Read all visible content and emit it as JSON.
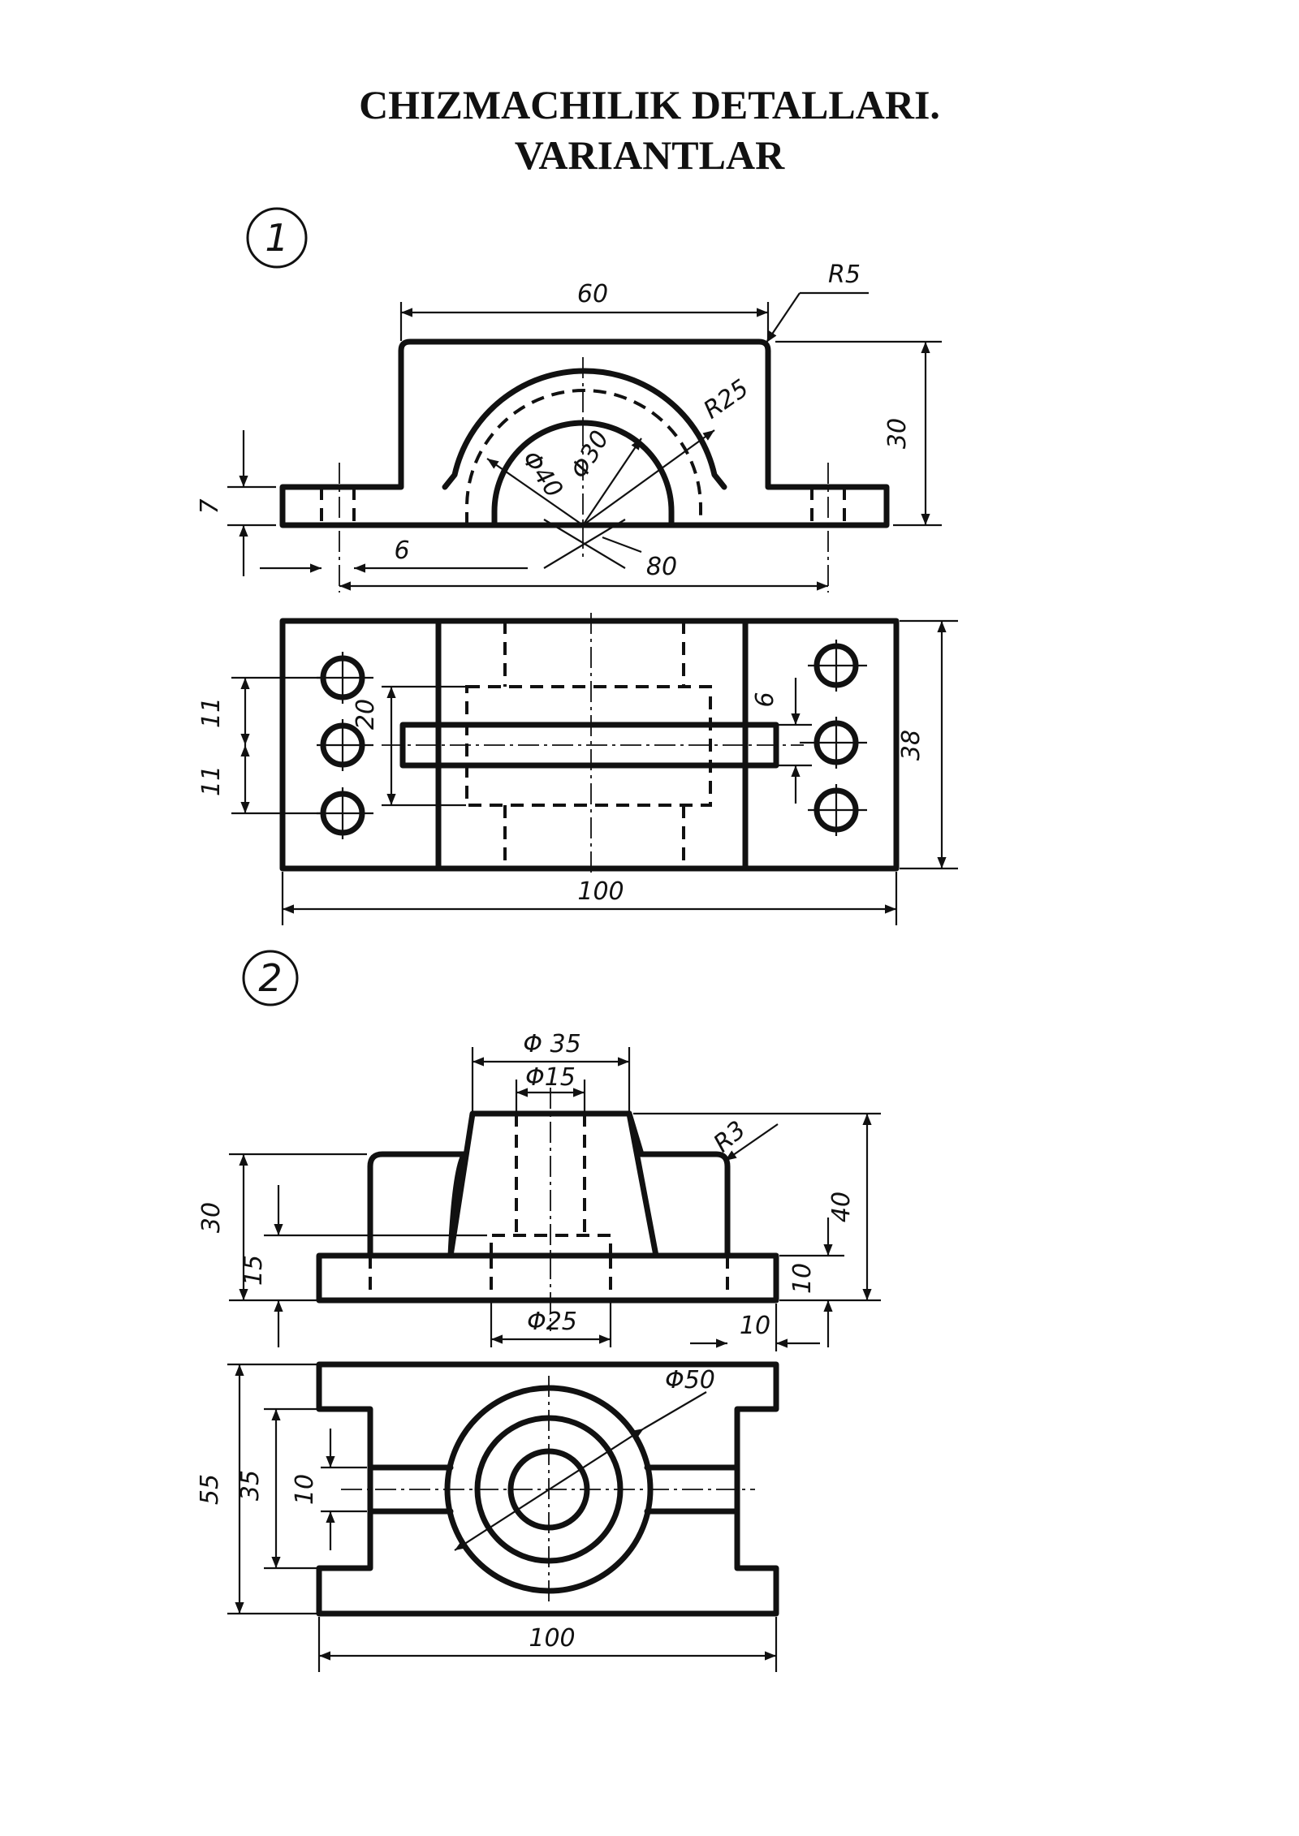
{
  "title": {
    "line1": "CHIZMACHILIK DETALLARI.",
    "line2": "VARIANTLAR"
  },
  "variants": [
    {
      "number": "1",
      "dimensions": {
        "width_top": "60",
        "corner_radius": "R5",
        "arc_radius": "R25",
        "height": "30",
        "dia_outer": "Φ40",
        "dia_inner": "Φ30",
        "base_thickness": "7",
        "hole_offset": "6",
        "hole_spacing": "80",
        "hole_pitch_a": "11",
        "hole_pitch_b": "11",
        "slot_length": "20",
        "slot_width": "6",
        "depth": "38",
        "overall_width": "100"
      }
    },
    {
      "number": "2",
      "dimensions": {
        "boss_dia": "Φ 35",
        "bore_dia": "Φ15",
        "fillet_radius": "R3",
        "rib_height": "30",
        "total_height": "40",
        "base_height": "15",
        "plate_thickness": "10",
        "counterbore_dia": "Φ25",
        "edge_offset": "10",
        "ring_dia": "Φ50",
        "depth": "55",
        "slot_length": "35",
        "slot_width": "10",
        "overall_width": "100"
      }
    }
  ]
}
